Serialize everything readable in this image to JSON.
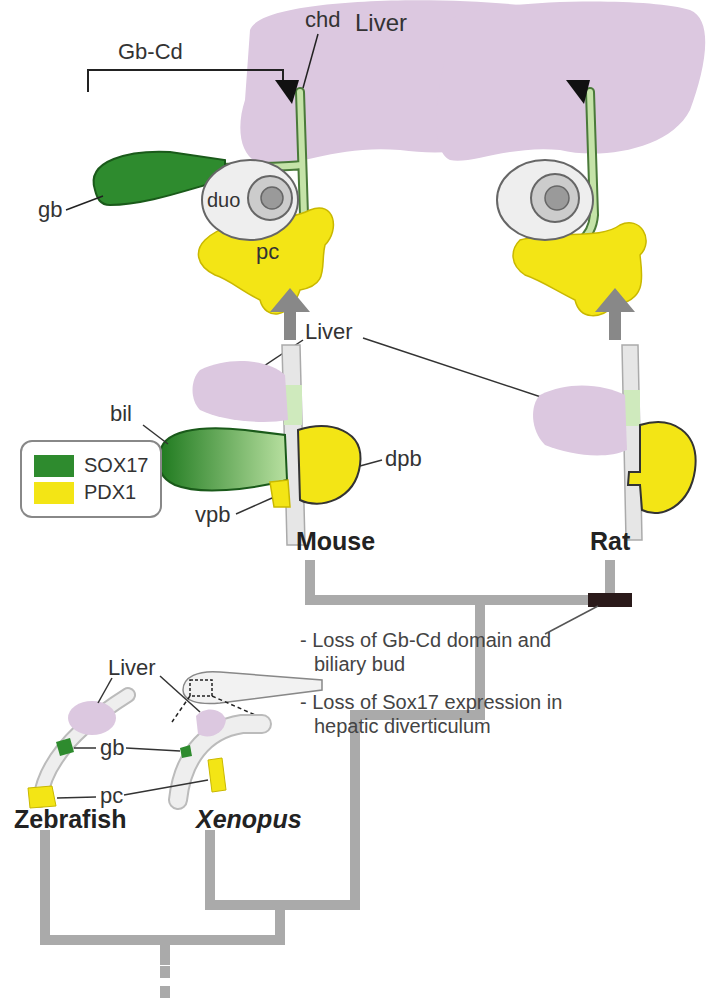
{
  "diagram": {
    "labels": [
      "Liver",
      "Gb-Cd",
      "chd",
      "gb",
      "duo",
      "pc",
      "Liver",
      "bil",
      "dpb",
      "vpb",
      "Mouse",
      "Rat",
      "Liver",
      "gb",
      "pc",
      "Zebrafish",
      "Xenopus",
      "- Loss of Gb-Cd domain and biliary bud",
      "- Loss of Sox17 expression in hepatic diverticulum"
    ],
    "legend": [
      {
        "text": "SOX17",
        "color": "#2e8b2e"
      },
      {
        "text": "PDX1",
        "color": "#f3e515"
      }
    ]
  }
}
